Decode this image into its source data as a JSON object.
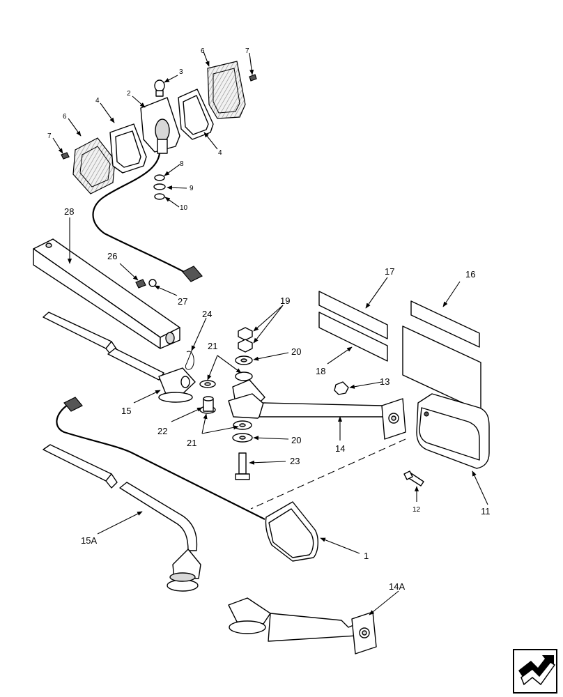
{
  "callouts": {
    "c1": "1",
    "c2": "2",
    "c3": "3",
    "c4a": "4",
    "c4b": "4",
    "c6a": "6",
    "c6b": "6",
    "c7a": "7",
    "c7b": "7",
    "c8": "8",
    "c9": "9",
    "c10": "10",
    "c11": "11",
    "c12": "12",
    "c13": "13",
    "c14": "14",
    "c14A": "14A",
    "c15": "15",
    "c15A": "15A",
    "c16": "16",
    "c17": "17",
    "c18": "18",
    "c19": "19",
    "c20a": "20",
    "c20b": "20",
    "c21a": "21",
    "c21b": "21",
    "c22": "22",
    "c23": "23",
    "c24": "24",
    "c26": "26",
    "c27": "27",
    "c28": "28"
  },
  "nav_icon": "next-page-arrow-icon"
}
